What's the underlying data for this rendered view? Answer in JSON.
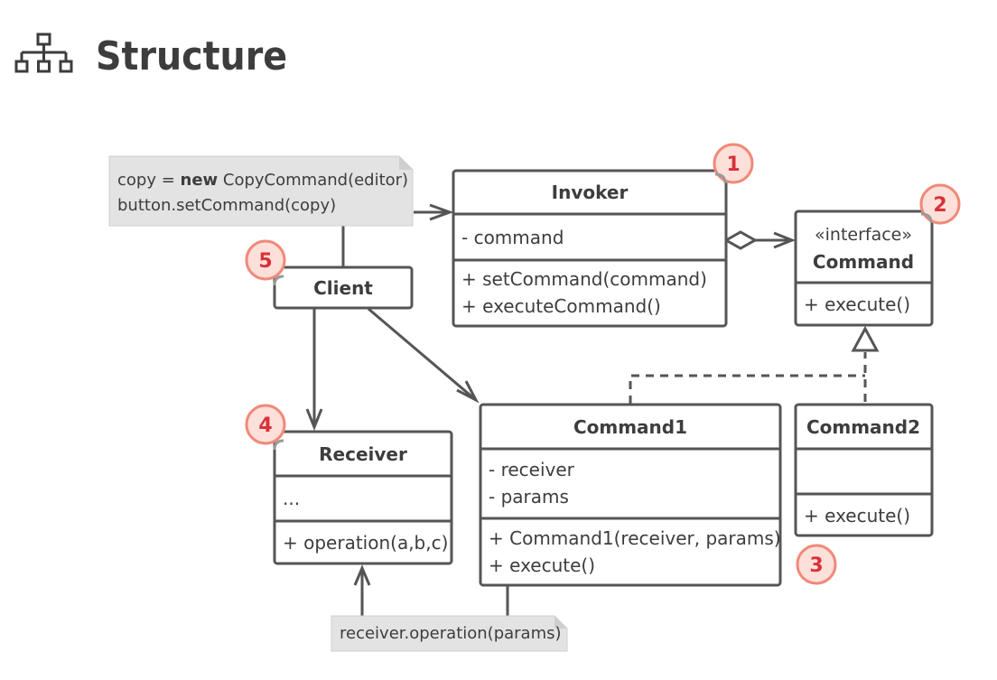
{
  "title": "Structure",
  "icon": "hierarchy-icon",
  "colors": {
    "stroke": "#555555",
    "text": "#3d3d3d",
    "note_fill": "#e3e3e3",
    "badge_fill": "#fde0d9",
    "badge_stroke": "#f08a7a",
    "badge_text": "#d9313a"
  },
  "classes": {
    "invoker": {
      "name": "Invoker",
      "fields": [
        "- command"
      ],
      "methods": [
        "+ setCommand(command)",
        "+ executeCommand()"
      ]
    },
    "command": {
      "stereotype": "«interface»",
      "name": "Command",
      "methods": [
        "+ execute()"
      ]
    },
    "client": {
      "name": "Client"
    },
    "receiver": {
      "name": "Receiver",
      "fields": [
        "..."
      ],
      "methods": [
        "+ operation(a,b,c)"
      ]
    },
    "command1": {
      "name": "Command1",
      "fields": [
        "- receiver",
        "- params"
      ],
      "methods": [
        "+ Command1(receiver, params)",
        "+ execute()"
      ]
    },
    "command2": {
      "name": "Command2",
      "methods": [
        "+ execute()"
      ]
    }
  },
  "notes": {
    "client_note": {
      "line1_prefix": "copy = ",
      "line1_keyword": "new",
      "line1_suffix": " CopyCommand(editor)",
      "line2": "button.setCommand(copy)"
    },
    "command1_note": {
      "line1": "receiver.operation(params)"
    }
  },
  "badges": {
    "invoker": "1",
    "command": "2",
    "concrete_commands": "3",
    "receiver": "4",
    "client": "5"
  }
}
